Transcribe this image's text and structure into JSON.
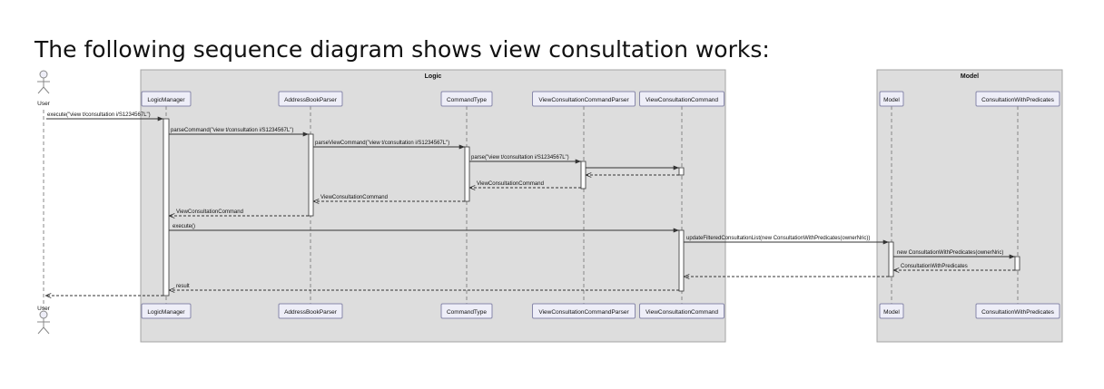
{
  "heading": "The following sequence diagram shows view consultation works:",
  "colors": {
    "frame_fill": "#dddddd",
    "frame_stroke": "#a4a4a4",
    "participant_fill": "#eeeef8",
    "participant_stroke": "#8888aa",
    "line": "#333333",
    "lifeline": "#888888",
    "activation_fill": "#ffffff"
  },
  "diagram": {
    "frames": [
      {
        "id": "logic",
        "title": "Logic"
      },
      {
        "id": "model",
        "title": "Model"
      }
    ],
    "actor": {
      "id": "user",
      "label": "User"
    },
    "participants": [
      {
        "id": "logicmanager",
        "label": "LogicManager"
      },
      {
        "id": "addressbookparser",
        "label": "AddressBookParser"
      },
      {
        "id": "commandtype",
        "label": "CommandType"
      },
      {
        "id": "viewconsultationcommandparser",
        "label": "ViewConsultationCommandParser"
      },
      {
        "id": "viewconsultationcommand",
        "label": "ViewConsultationCommand"
      },
      {
        "id": "model",
        "label": "Model"
      },
      {
        "id": "consultationwithpredicates",
        "label": "ConsultationWithPredicates"
      }
    ],
    "messages": [
      {
        "from": "user",
        "to": "logicmanager",
        "kind": "call",
        "label": "execute(\"view t/consultation i/S1234567L\")"
      },
      {
        "from": "logicmanager",
        "to": "addressbookparser",
        "kind": "call",
        "label": "parseCommand(\"view t/consultation i/S1234567L\")"
      },
      {
        "from": "addressbookparser",
        "to": "commandtype",
        "kind": "call",
        "label": "parseViewCommand(\"view t/consultation i/S1234567L\")"
      },
      {
        "from": "commandtype",
        "to": "viewconsultationcommandparser",
        "kind": "call",
        "label": "parse(\"view t/consultation i/S1234567L\")"
      },
      {
        "from": "viewconsultationcommandparser",
        "to": "viewconsultationcommand",
        "kind": "create",
        "label": ""
      },
      {
        "from": "viewconsultationcommand",
        "to": "viewconsultationcommandparser",
        "kind": "return",
        "label": ""
      },
      {
        "from": "viewconsultationcommandparser",
        "to": "commandtype",
        "kind": "return",
        "label": "ViewConsultationCommand"
      },
      {
        "from": "commandtype",
        "to": "addressbookparser",
        "kind": "return",
        "label": "ViewConsultationCommand"
      },
      {
        "from": "addressbookparser",
        "to": "logicmanager",
        "kind": "return",
        "label": "ViewConsultationCommand"
      },
      {
        "from": "logicmanager",
        "to": "viewconsultationcommand",
        "kind": "call",
        "label": "execute()"
      },
      {
        "from": "viewconsultationcommand",
        "to": "model",
        "kind": "call",
        "label": "updateFilteredConsultationList(new ConsultationWithPredicates(ownerNric))"
      },
      {
        "from": "model",
        "to": "consultationwithpredicates",
        "kind": "call",
        "label": "new ConsultationWithPredicates(ownerNric)"
      },
      {
        "from": "consultationwithpredicates",
        "to": "model",
        "kind": "return",
        "label": "ConsultationWithPredicates"
      },
      {
        "from": "model",
        "to": "viewconsultationcommand",
        "kind": "return",
        "label": ""
      },
      {
        "from": "viewconsultationcommand",
        "to": "logicmanager",
        "kind": "return",
        "label": "result"
      },
      {
        "from": "logicmanager",
        "to": "user",
        "kind": "return",
        "label": ""
      }
    ]
  }
}
